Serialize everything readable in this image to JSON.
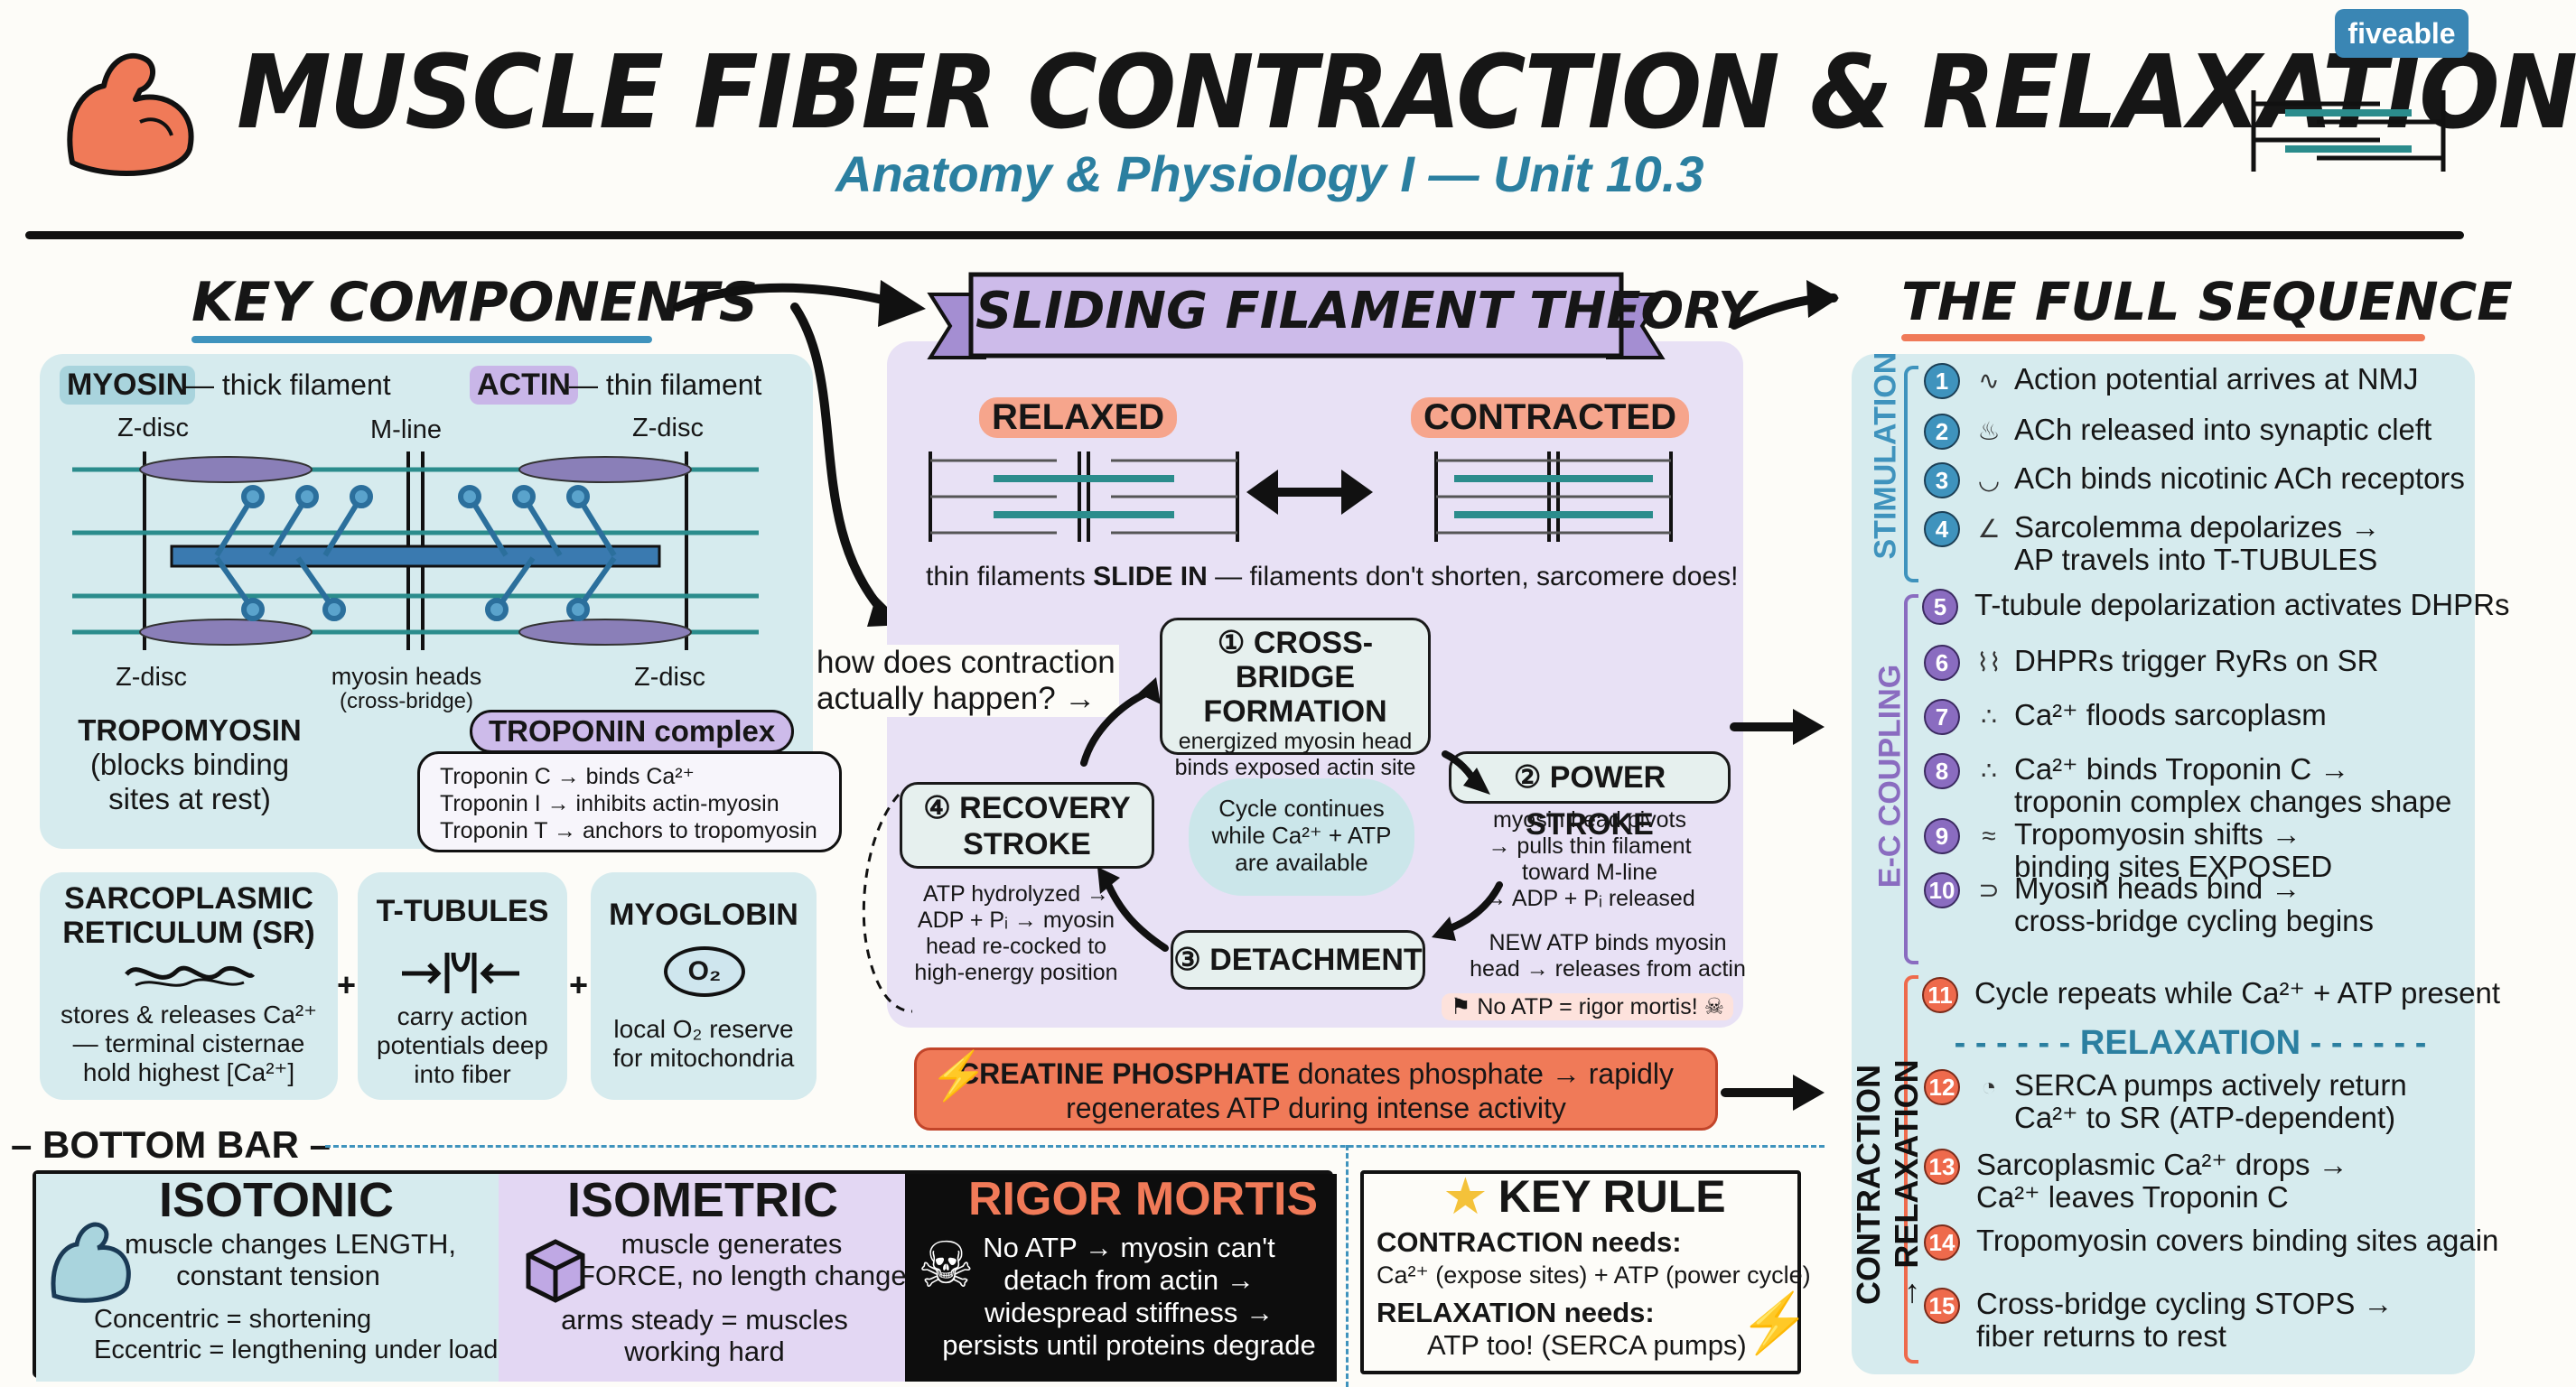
{
  "header": {
    "title": "MUSCLE FIBER CONTRACTION & RELAXATION",
    "subtitle": "Anatomy & Physiology I — Unit 10.3",
    "brand": "fiveable"
  },
  "key_components": {
    "heading": "KEY COMPONENTS",
    "myosin": "MYOSIN",
    "myosin_desc": "— thick filament",
    "actin": "ACTIN",
    "actin_desc": "— thin filament",
    "zdisc": "Z-disc",
    "mline": "M-line",
    "heads": "myosin heads",
    "heads_sub": "(cross-bridge)",
    "tropomyosin": "TROPOMYOSIN",
    "tropomyosin_sub1": "(blocks binding",
    "tropomyosin_sub2": "sites at rest)",
    "troponin_title": "TROPONIN complex",
    "troponin": [
      "Troponin C → binds Ca²⁺",
      "Troponin I → inhibits actin-myosin",
      "Troponin T → anchors to tropomyosin"
    ],
    "sr_title1": "SARCOPLASMIC",
    "sr_title2": "RETICULUM (SR)",
    "sr_desc": [
      "stores & releases Ca²⁺",
      "— terminal cisternae",
      "hold highest [Ca²⁺]"
    ],
    "tt_title": "T-TUBULES",
    "tt_desc": [
      "carry action",
      "potentials deep",
      "into fiber"
    ],
    "mb_title": "MYOGLOBIN",
    "mb_icon": "O₂",
    "mb_desc": [
      "local O₂ reserve",
      "for mitochondria"
    ],
    "plus": "+"
  },
  "sliding": {
    "heading": "SLIDING FILAMENT THEORY",
    "relaxed": "RELAXED",
    "contracted": "CONTRACTED",
    "caption_a": "thin filaments ",
    "caption_b": "SLIDE IN",
    "caption_c": " — filaments don't shorten, sarcomere does!",
    "question1": "how does contraction",
    "question2": "actually happen? →",
    "step1_title1": "① CROSS-BRIDGE",
    "step1_title2": "FORMATION",
    "step1_desc1": "energized myosin head",
    "step1_desc2": "binds exposed actin site",
    "step2_title": "② POWER STROKE",
    "step2_desc": [
      "myosin head pivots",
      "→ pulls thin filament",
      "toward M-line",
      "→ ADP + Pᵢ released"
    ],
    "step3_title": "③ DETACHMENT",
    "step3_desc": [
      "NEW ATP binds myosin",
      "head → releases from actin"
    ],
    "step4_title1": "④ RECOVERY",
    "step4_title2": "STROKE",
    "step4_desc": [
      "ATP hydrolyzed →",
      "ADP + Pᵢ → myosin",
      "head re-cocked to",
      "high-energy position"
    ],
    "cloud": [
      "Cycle continues",
      "while Ca²⁺ + ATP",
      "are available"
    ],
    "no_atp": "No ATP = rigor mortis!",
    "creatine_a": "CREATINE PHOSPHATE",
    "creatine_b": " donates phosphate → rapidly",
    "creatine_c": "regenerates ATP during intense activity"
  },
  "sequence": {
    "heading": "THE FULL SEQUENCE",
    "group_stim": "STIMULATION",
    "group_ec": "E-C COUPLING",
    "group_cr": "CONTRACTION → RELAXATION",
    "relax_label": "RELAXATION",
    "steps": [
      {
        "n": "1",
        "l1": "Action potential arrives at NMJ",
        "l2": ""
      },
      {
        "n": "2",
        "l1": "ACh released into synaptic cleft",
        "l2": ""
      },
      {
        "n": "3",
        "l1": "ACh binds nicotinic ACh receptors",
        "l2": ""
      },
      {
        "n": "4",
        "l1": "Sarcolemma depolarizes →",
        "l2": "AP travels into T-TUBULES"
      },
      {
        "n": "5",
        "l1": "T-tubule depolarization activates DHPRs",
        "l2": ""
      },
      {
        "n": "6",
        "l1": "DHPRs trigger RyRs on SR",
        "l2": ""
      },
      {
        "n": "7",
        "l1": "Ca²⁺ floods sarcoplasm",
        "l2": ""
      },
      {
        "n": "8",
        "l1": "Ca²⁺ binds Troponin C →",
        "l2": "troponin complex changes shape"
      },
      {
        "n": "9",
        "l1": "Tropomyosin shifts →",
        "l2": "binding sites EXPOSED"
      },
      {
        "n": "10",
        "l1": "Myosin heads bind →",
        "l2": "cross-bridge cycling begins"
      },
      {
        "n": "11",
        "l1": "Cycle repeats while Ca²⁺ + ATP present",
        "l2": ""
      },
      {
        "n": "12",
        "l1": "SERCA pumps actively return",
        "l2": "Ca²⁺ to SR (ATP-dependent)"
      },
      {
        "n": "13",
        "l1": "Sarcoplasmic Ca²⁺ drops →",
        "l2": "Ca²⁺ leaves Troponin C"
      },
      {
        "n": "14",
        "l1": "Tropomyosin covers binding sites again",
        "l2": ""
      },
      {
        "n": "15",
        "l1": "Cross-bridge cycling STOPS →",
        "l2": "fiber returns to rest"
      }
    ]
  },
  "bottom": {
    "heading": "BOTTOM BAR",
    "isotonic_title": "ISOTONIC",
    "isotonic_desc": [
      "muscle changes LENGTH,",
      "constant tension"
    ],
    "isotonic_sub": [
      "Concentric = shortening",
      "Eccentric = lengthening under load"
    ],
    "isometric_title": "ISOMETRIC",
    "isometric_desc": [
      "muscle generates",
      "FORCE, no length change"
    ],
    "isometric_sub": [
      "arms steady = muscles",
      "working hard"
    ],
    "rigor_title": "RIGOR MORTIS",
    "rigor_desc": [
      "No ATP → myosin can't",
      "detach from actin →",
      "widespread stiffness →",
      "persists until proteins degrade"
    ],
    "rule_title": "KEY RULE",
    "rule_c1": "CONTRACTION needs:",
    "rule_c2": "Ca²⁺ (expose sites) + ATP (power cycle)",
    "rule_r1": "RELAXATION needs:",
    "rule_r2": "ATP too! (SERCA pumps)"
  },
  "colors": {
    "teal": "#2b7fa0",
    "blue_panel": "#d6ebee",
    "purple_panel": "#e8e1f5",
    "orange": "#f07a58",
    "red": "#e8502f",
    "dark": "#111111"
  },
  "icons": [
    "flexed-arm-icon",
    "sarcomere-icon",
    "fiveable-logo",
    "skull-icon",
    "lightning-icon",
    "star-icon",
    "cube-icon"
  ]
}
